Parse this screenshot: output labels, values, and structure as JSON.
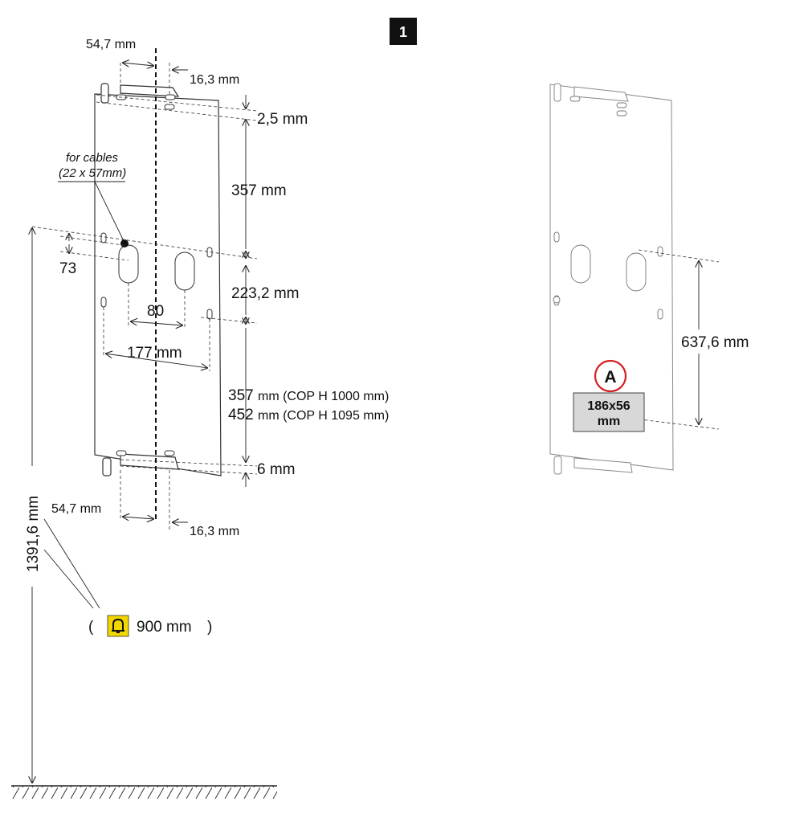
{
  "step_badge": "1",
  "left_drawing": {
    "dims": {
      "top_left_offset": "54,7 mm",
      "top_right_offset": "16,3 mm",
      "top_gap": "2,5 mm",
      "upper_span": "357 mm",
      "hole_offset": "73",
      "middle_span": "223,2 mm",
      "slot_spacing": "80",
      "hole_spacing": "177 mm",
      "lower_span_1": "357",
      "lower_span_1_note": "mm (COP H 1000 mm)",
      "lower_span_2": "452",
      "lower_span_2_note": "mm (COP H 1095 mm)",
      "bottom_gap": "6 mm",
      "bottom_left_offset": "54,7 mm",
      "bottom_right_offset": "16,3 mm",
      "total_height": "1391,6 mm",
      "alarm_height": "900 mm",
      "alarm_open": "(",
      "alarm_close": ")"
    },
    "cable_note_line1": "for cables",
    "cable_note_line2": "(22 x 57mm)",
    "alarm_icon": "bell-icon",
    "alarm_color": "#f2d600"
  },
  "right_drawing": {
    "dimension": "637,6 mm",
    "marker": "A",
    "marker_color": "#d42020",
    "label_line1": "186x56",
    "label_line2": "mm",
    "label_fill": "#d8d8d8"
  }
}
